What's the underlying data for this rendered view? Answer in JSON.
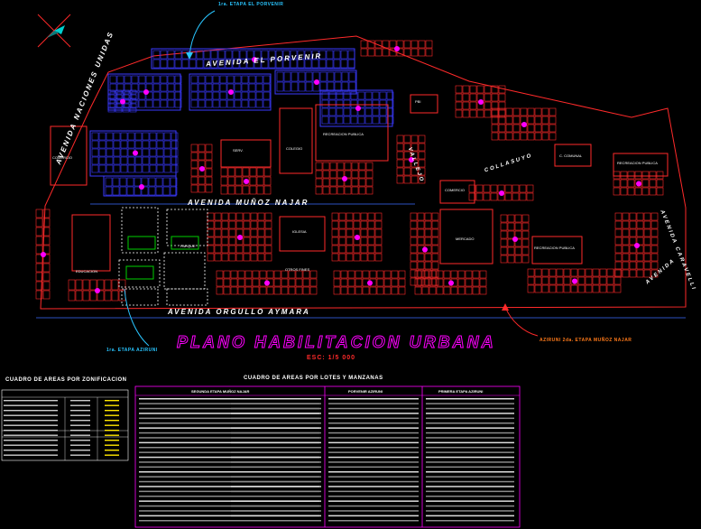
{
  "title": "PLANO HABILITACION URBANA",
  "scale": "ESC: 1/5 000",
  "avenues": {
    "porvenir": "AVENIDA EL PORVENIR",
    "munoz_najar": "AVENIDA MUÑOZ NAJAR",
    "orgullo_aymara": "AVENIDA ORGULLO AYMARA",
    "naciones_unidas": "AVENIDA NACIONES UNIDAS",
    "caravelli": "AVENIDA CARAVELLI",
    "collasuyo": "COLLASUYO",
    "vallejo": "VALLEJO",
    "unidad": "AVENIDA"
  },
  "callouts": {
    "top": "1ra. ETAPA EL PORVENIR",
    "left_bottom": "1ra. ETAPA AZIRUNI",
    "right_bottom": "AZIRUNI 2da. ETAPA MUÑOZ NAJAR"
  },
  "facilities": {
    "recreacion": "RECREACION PUBLICA",
    "colegio": "COLEGIO",
    "mercado": "MERCADO",
    "iglesia": "IGLESIA",
    "otros_fines": "OTROS FINES",
    "educacion": "EDUCACION",
    "comercio": "COMERCIO",
    "parque": "PARQUE",
    "recreacion2": "RECREACION PUBLICA",
    "ccomunal": "C. COMUNAL",
    "comercio2": "COMERCIO",
    "recreacion3": "RECREACION PUBLICA",
    "pbi": "PBI",
    "serv": "SERV."
  },
  "tables": {
    "zonificacion_title": "CUADRO DE AREAS POR ZONIFICACION",
    "lotes_title": "CUADRO DE AREAS POR LOTES Y MANZANAS",
    "sec1": "SEGUNDA ETAPA MUÑOZ NAJAR",
    "sec2": "PORVENIR AZIRUNI",
    "sec3": "PRIMERA ETAPA AZIRUNI"
  },
  "colors": {
    "lot_red": "#ff2a2a",
    "lot_blue": "#3a3aff",
    "magenta": "#ff00ff",
    "cyan": "#29c5ff",
    "white": "#ffffff",
    "green": "#00d000",
    "yellow": "#ffe600"
  }
}
